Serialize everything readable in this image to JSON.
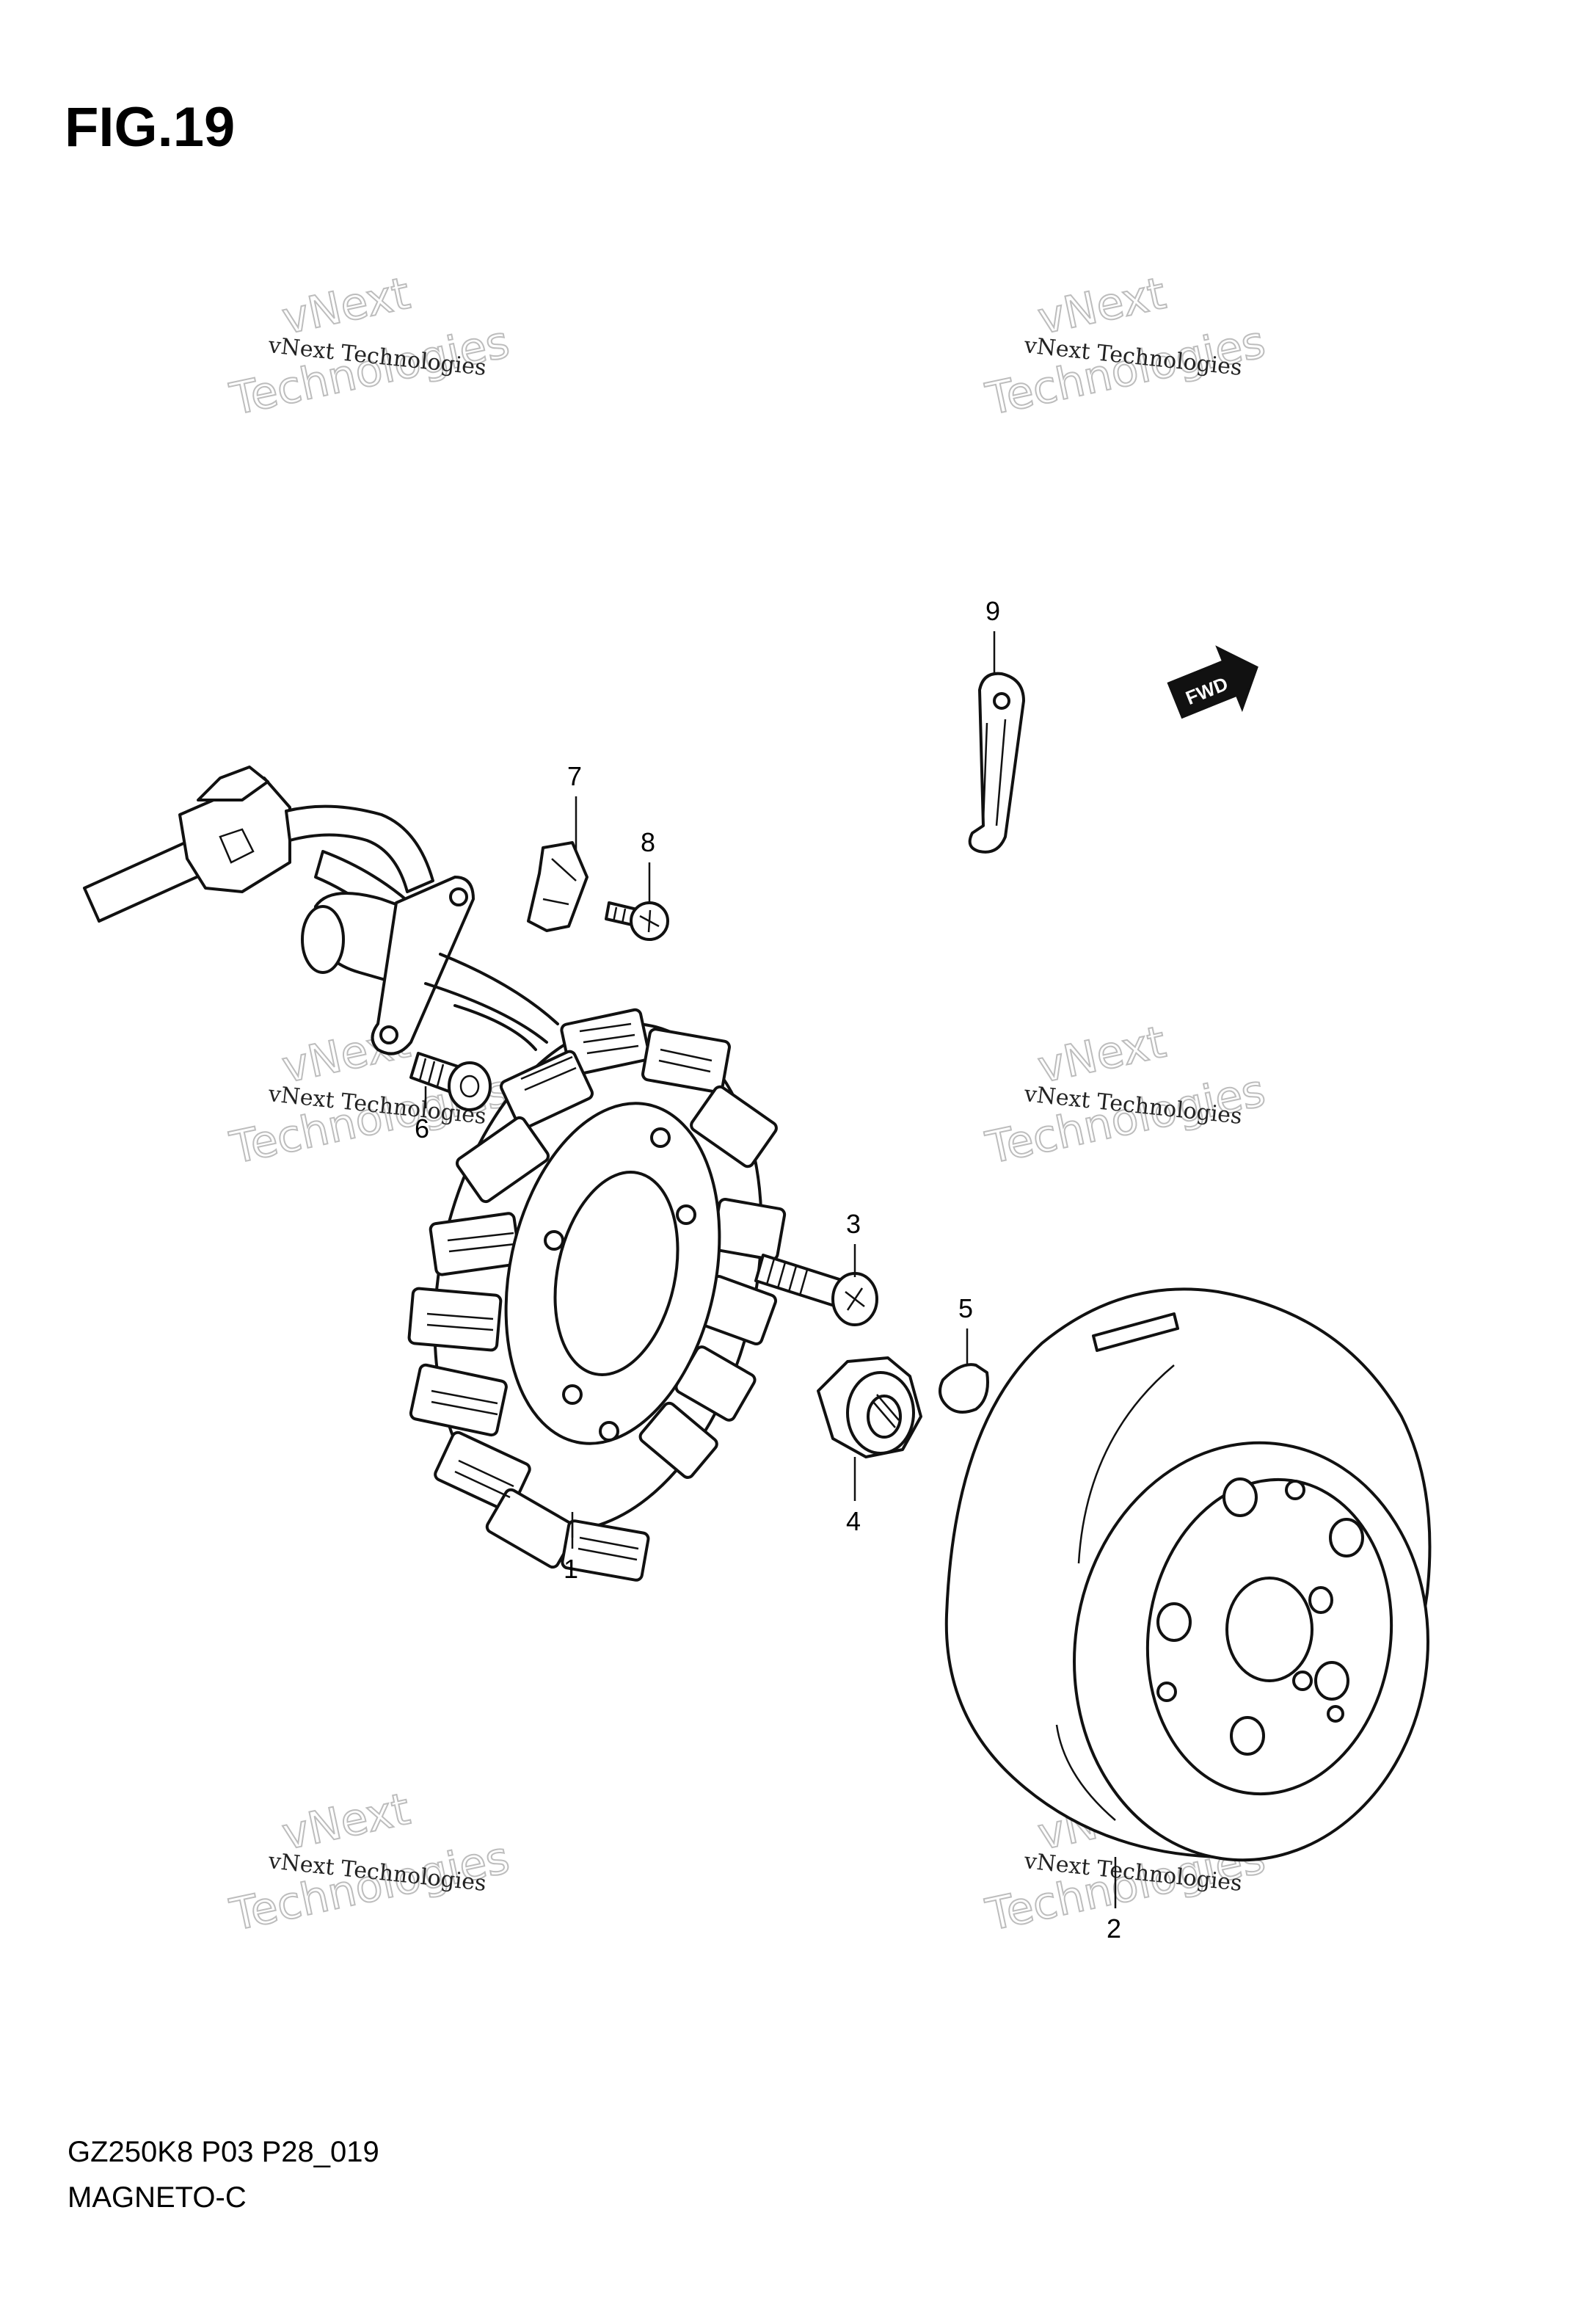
{
  "figure": {
    "title": "FIG.19"
  },
  "footer": {
    "code": "GZ250K8 P03 P28_019",
    "name": "MAGNETO-C"
  },
  "watermark": {
    "small": "vNext Technologies",
    "big_top": "vNext",
    "big_bottom": "Technologies"
  },
  "fwd_label": "FWD",
  "callouts": [
    "1",
    "2",
    "3",
    "4",
    "5",
    "6",
    "7",
    "8",
    "9"
  ]
}
